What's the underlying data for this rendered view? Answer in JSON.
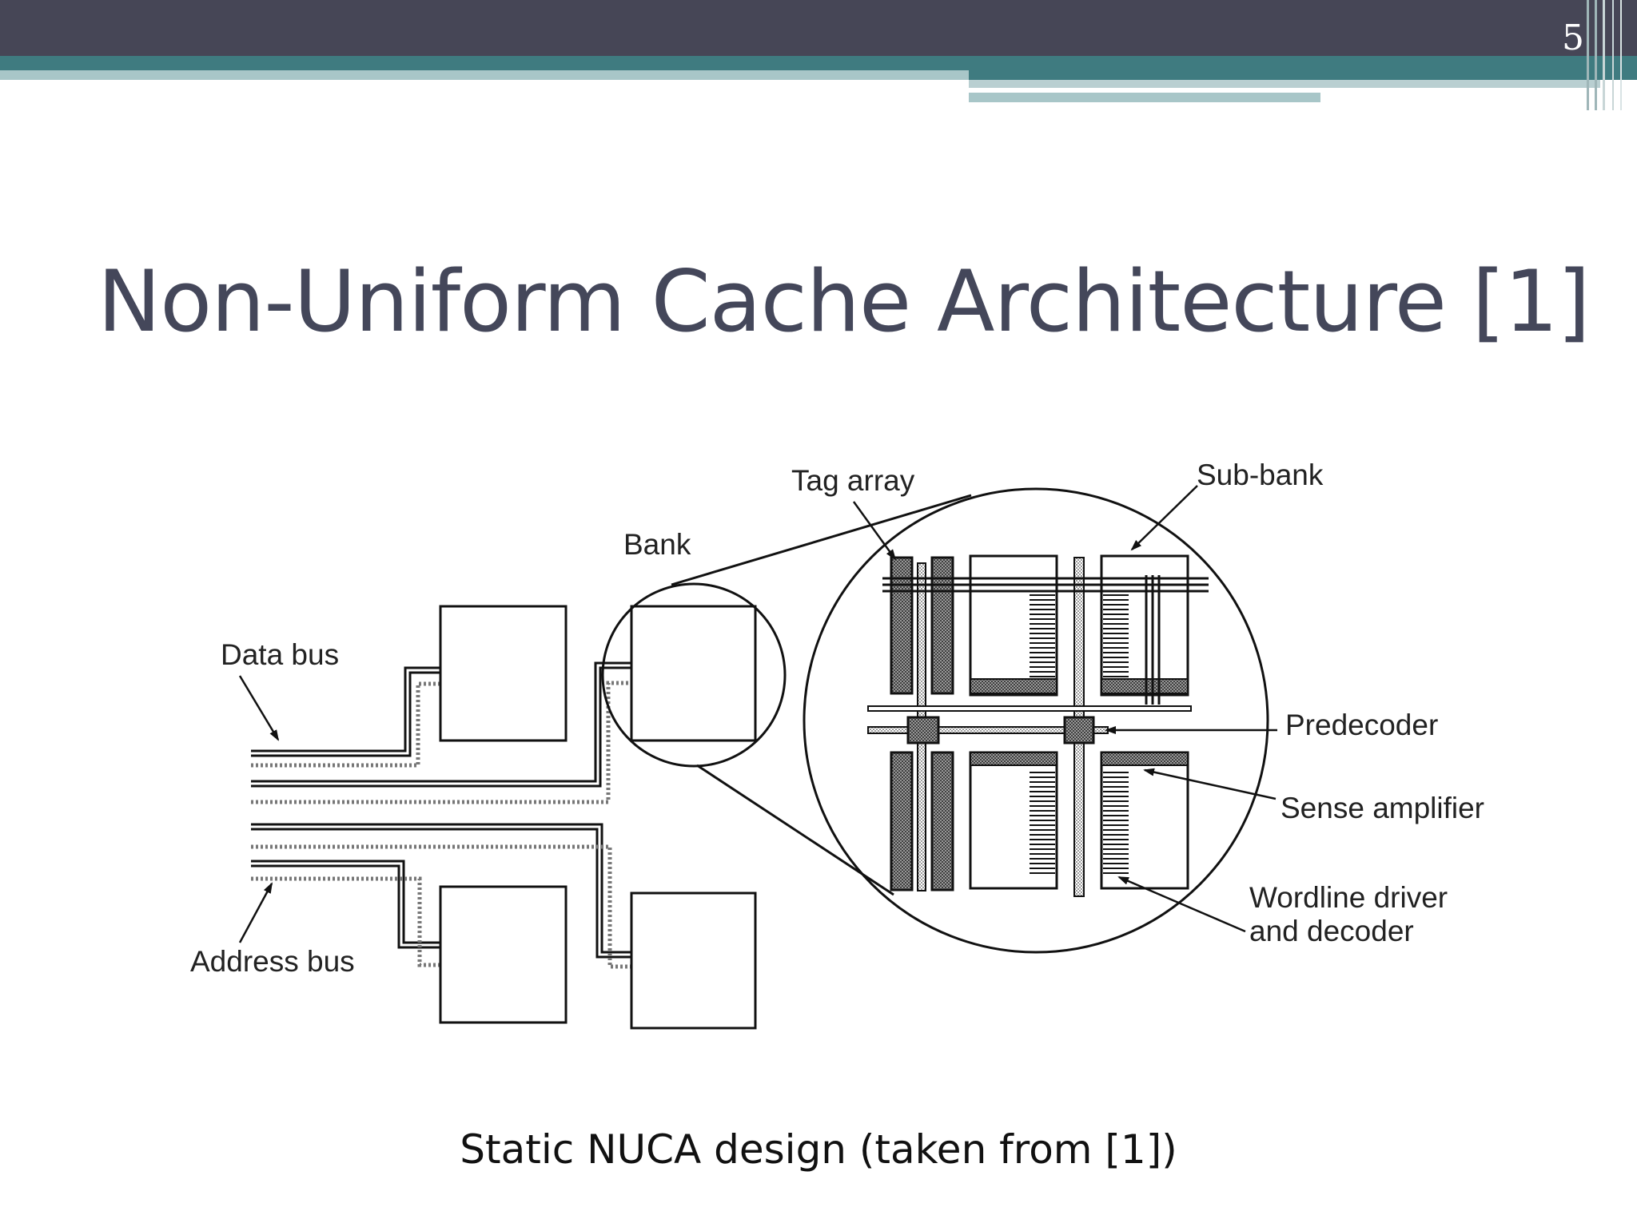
{
  "slide": {
    "page_number": "5",
    "title": "Non-Uniform Cache Architecture [1]",
    "caption": "Static NUCA design (taken from [1])"
  },
  "diagram": {
    "labels": {
      "tag_array": "Tag array",
      "sub_bank": "Sub-bank",
      "bank": "Bank",
      "data_bus": "Data bus",
      "predecoder": "Predecoder",
      "sense_amplifier": "Sense amplifier",
      "wordline_line1": "Wordline driver",
      "wordline_line2": "and decoder",
      "address_bus": "Address bus"
    }
  }
}
